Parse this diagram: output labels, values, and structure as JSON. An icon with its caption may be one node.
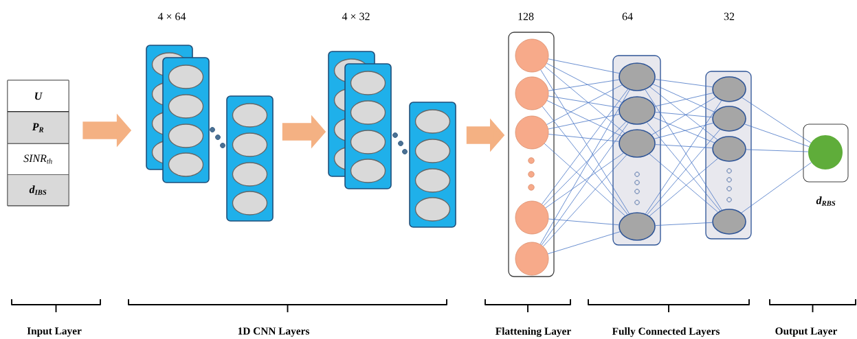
{
  "diagram": {
    "nodes": [
      {
        "text": [],
        "shape": "box"
      },
      {
        "text": [
          "U"
        ],
        "in": 0
      },
      {
        "text": [
          "P$_{R}$"
        ],
        "in": 0
      },
      {
        "text": [
          "SINR$_{th}$"
        ],
        "in": 0
      },
      {
        "text": [
          "d$_{IBS}$"
        ],
        "in": 0
      },
      {
        "text": [],
        "shape": "bar"
      },
      {
        "text": [],
        "shape": "bar"
      },
      {
        "text": [],
        "shape": "bar"
      },
      {
        "text": [],
        "shape": "bar"
      },
      {
        "text": [],
        "shape": "bar"
      },
      {
        "text": [],
        "shape": "bar"
      },
      {
        "text": [],
        "shape": "box"
      },
      {
        "text": [],
        "shape": "circle",
        "in": 11
      },
      {
        "text": [],
        "shape": "circle",
        "in": 11
      },
      {
        "text": [],
        "shape": "circle",
        "in": 11
      },
      {
        "text": [],
        "shape": "circle",
        "in": 11
      },
      {
        "text": [],
        "shape": "circle",
        "in": 11
      },
      {
        "text": [],
        "shape": "box"
      },
      {
        "text": [],
        "shape": "ellipse",
        "in": 17
      },
      {
        "text": [],
        "shape": "ellipse",
        "in": 17
      },
      {
        "text": [],
        "shape": "ellipse",
        "in": 17
      },
      {
        "text": [],
        "shape": "ellipse",
        "in": 17
      },
      {
        "text": [],
        "shape": "box"
      },
      {
        "text": [],
        "shape": "ellipse",
        "in": 22
      },
      {
        "text": [],
        "shape": "ellipse",
        "in": 22
      },
      {
        "text": [],
        "shape": "ellipse",
        "in": 22
      },
      {
        "text": [],
        "shape": "ellipse",
        "in": 22
      },
      {
        "text": [],
        "shape": "box",
        "beside": [
          "d$_{RBS}$"
        ]
      },
      {
        "text": [],
        "shape": "circle",
        "in": 27
      }
    ],
    "edges": [
      {
        "from": 0,
        "to": 5,
        "arrow": "to",
        "style": "thick",
        "color": "#f4b183"
      },
      {
        "from": 7,
        "to": 8,
        "arrow": "to",
        "style": "thick",
        "color": "#f4b183"
      },
      {
        "from": 10,
        "to": 11,
        "arrow": "to",
        "style": "thick",
        "color": "#f4b183"
      },
      {
        "from": 12,
        "to": 18,
        "arrow": "none"
      },
      {
        "from": 12,
        "to": 19,
        "arrow": "none"
      },
      {
        "from": 12,
        "to": 20,
        "arrow": "none"
      },
      {
        "from": 12,
        "to": 21,
        "arrow": "none"
      },
      {
        "from": 13,
        "to": 18,
        "arrow": "none"
      },
      {
        "from": 13,
        "to": 19,
        "arrow": "none"
      },
      {
        "from": 13,
        "to": 20,
        "arrow": "none"
      },
      {
        "from": 13,
        "to": 21,
        "arrow": "none"
      },
      {
        "from": 14,
        "to": 18,
        "arrow": "none"
      },
      {
        "from": 14,
        "to": 19,
        "arrow": "none"
      },
      {
        "from": 14,
        "to": 20,
        "arrow": "none"
      },
      {
        "from": 14,
        "to": 21,
        "arrow": "none"
      },
      {
        "from": 15,
        "to": 18,
        "arrow": "none"
      },
      {
        "from": 15,
        "to": 19,
        "arrow": "none"
      },
      {
        "from": 15,
        "to": 20,
        "arrow": "none"
      },
      {
        "from": 15,
        "to": 21,
        "arrow": "none"
      },
      {
        "from": 16,
        "to": 18,
        "arrow": "none"
      },
      {
        "from": 16,
        "to": 19,
        "arrow": "none"
      },
      {
        "from": 16,
        "to": 20,
        "arrow": "none"
      },
      {
        "from": 16,
        "to": 21,
        "arrow": "none"
      },
      {
        "from": 18,
        "to": 23,
        "arrow": "none"
      },
      {
        "from": 18,
        "to": 24,
        "arrow": "none"
      },
      {
        "from": 18,
        "to": 25,
        "arrow": "none"
      },
      {
        "from": 18,
        "to": 26,
        "arrow": "none"
      },
      {
        "from": 19,
        "to": 23,
        "arrow": "none"
      },
      {
        "from": 19,
        "to": 24,
        "arrow": "none"
      },
      {
        "from": 19,
        "to": 25,
        "arrow": "none"
      },
      {
        "from": 19,
        "to": 26,
        "arrow": "none"
      },
      {
        "from": 20,
        "to": 23,
        "arrow": "none"
      },
      {
        "from": 20,
        "to": 24,
        "arrow": "none"
      },
      {
        "from": 20,
        "to": 25,
        "arrow": "none"
      },
      {
        "from": 20,
        "to": 26,
        "arrow": "none"
      },
      {
        "from": 21,
        "to": 23,
        "arrow": "none"
      },
      {
        "from": 21,
        "to": 24,
        "arrow": "none"
      },
      {
        "from": 21,
        "to": 25,
        "arrow": "none"
      },
      {
        "from": 21,
        "to": 26,
        "arrow": "none"
      },
      {
        "from": 23,
        "to": 28,
        "arrow": "none"
      },
      {
        "from": 24,
        "to": 28,
        "arrow": "none"
      },
      {
        "from": 25,
        "to": 28,
        "arrow": "none"
      },
      {
        "from": 26,
        "to": 28,
        "arrow": "none"
      }
    ],
    "labels": [
      "4 × 64",
      "4 × 32",
      "128",
      "64",
      "32",
      "Input Layer",
      "1D CNN Layers",
      "Flattening Layer",
      "Fully Connected Layers",
      "Output Layer"
    ]
  }
}
